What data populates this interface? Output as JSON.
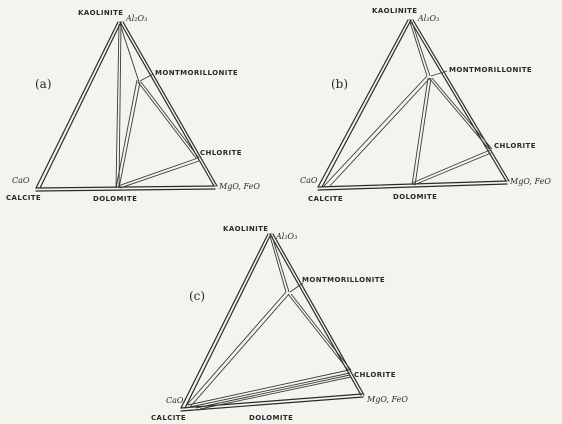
{
  "diagrams": [
    {
      "panel_label": "(a)",
      "labels": {
        "top_mineral": "KAOLINITE",
        "top_oxide": "Al₂O₃",
        "montmorillonite": "MONTMORILLONITE",
        "chlorite": "CHLORITE",
        "left_oxide": "CaO",
        "left_mineral": "CALCITE",
        "bottom_mineral": "DOLOMITE",
        "right_oxide": "MgO, FeO"
      }
    },
    {
      "panel_label": "(b)",
      "labels": {
        "top_mineral": "KAOLINITE",
        "top_oxide": "Al₂O₃",
        "montmorillonite": "MONTMORILLONITE",
        "chlorite": "CHLORITE",
        "left_oxide": "CaO",
        "left_mineral": "CALCITE",
        "bottom_mineral": "DOLOMITE",
        "right_oxide": "MgO, FeO"
      }
    },
    {
      "panel_label": "(c)",
      "labels": {
        "top_mineral": "KAOLINITE",
        "top_oxide": "Al₂O₃",
        "montmorillonite": "MONTMORILLONITE",
        "chlorite": "CHLORITE",
        "left_oxide": "CaO",
        "left_mineral": "CALCITE",
        "bottom_mineral": "DOLOMITE",
        "right_oxide": "MgO, FeO"
      }
    }
  ]
}
